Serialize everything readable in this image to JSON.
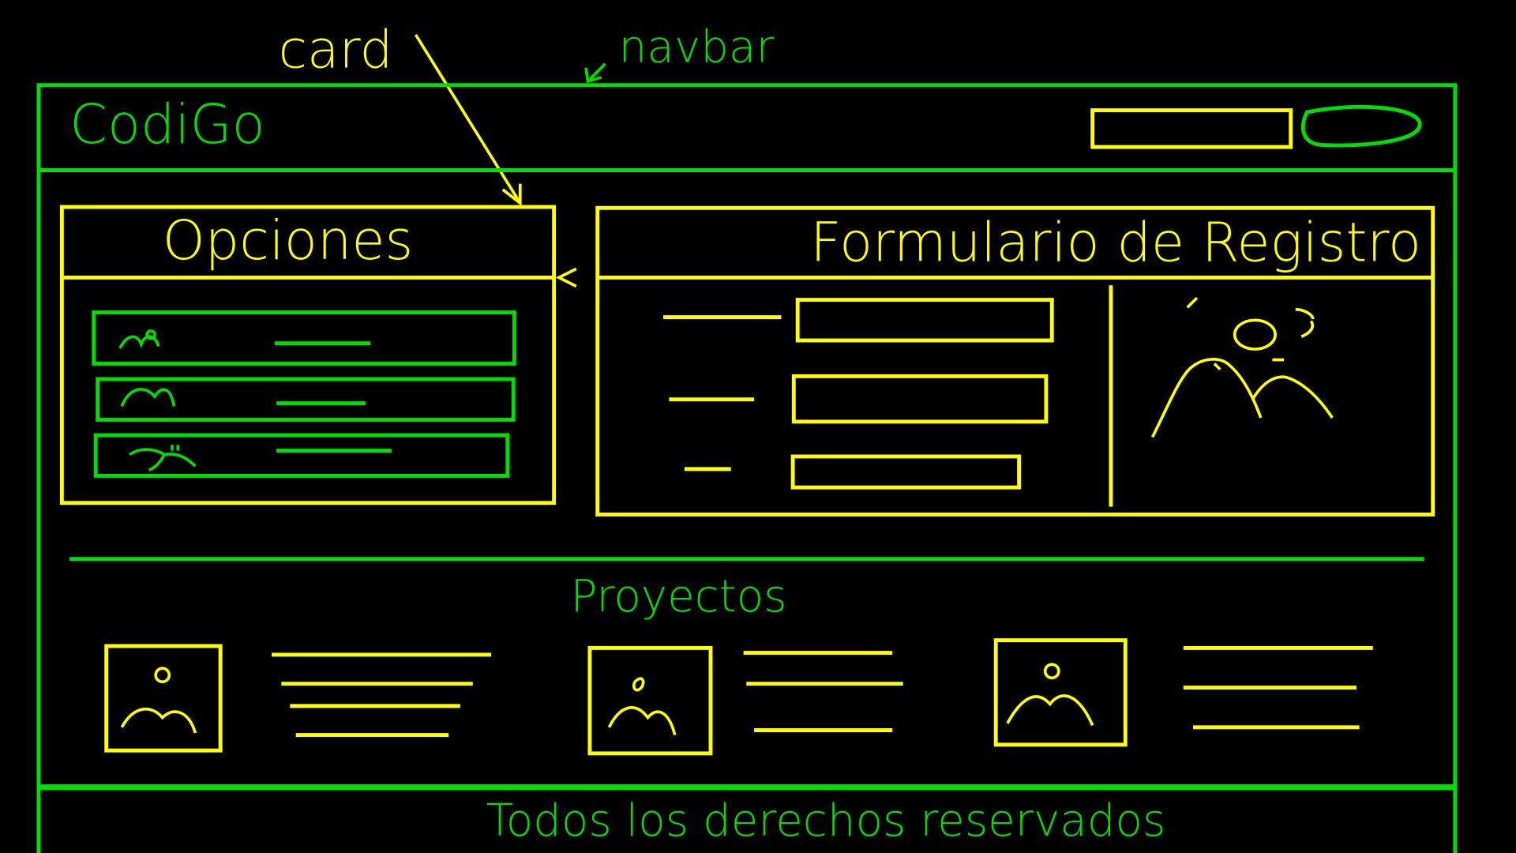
{
  "colors": {
    "background": "#000000",
    "green": "#00e000",
    "yellow": "#ffff00"
  },
  "annotations": {
    "card": "card",
    "navbar": "navbar"
  },
  "navbar": {
    "brand": "CodiGo",
    "icons": [
      "text-field-icon",
      "pill-button-icon"
    ]
  },
  "options_card": {
    "title": "Opciones",
    "items": [
      {
        "icon": "user-icon"
      },
      {
        "icon": "user-icon"
      },
      {
        "icon": "user-icon"
      }
    ]
  },
  "form_card": {
    "title": "Formulario de Registro",
    "fields": [
      {},
      {},
      {}
    ],
    "image_icon": "image-placeholder-icon"
  },
  "projects": {
    "title": "Proyectos",
    "items": [
      {
        "icon": "image-placeholder-icon"
      },
      {
        "icon": "image-placeholder-icon"
      },
      {
        "icon": "image-placeholder-icon"
      }
    ]
  },
  "footer": {
    "text": "Todos los derechos reservados"
  }
}
